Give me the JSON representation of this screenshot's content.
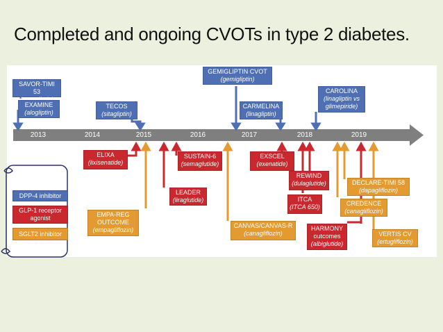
{
  "title": "Completed and ongoing CVOTs in type 2 diabetes.",
  "colors": {
    "dpp4": "#4f6fb4",
    "glp1": "#c9282e",
    "sglt2": "#e39a30",
    "axis": "#7f7f7f"
  },
  "years": [
    "2013",
    "2014",
    "2015",
    "2016",
    "2017",
    "2018",
    "2019"
  ],
  "legend": {
    "dpp4": "DPP-4 inhibitor",
    "glp1": "GLP-1 receptor agonist",
    "sglt2": "SGLT2 inhibitor"
  },
  "trials": {
    "savor": {
      "name": "SAVOR-TIMI 53",
      "drug": "(saxagliptin)"
    },
    "examine": {
      "name": "EXAMINE",
      "drug": "(alogliptin)"
    },
    "tecos": {
      "name": "TECOS",
      "drug": "(sitagliptin)"
    },
    "gemigliptin": {
      "name": "GEMIGLIPTIN CVOT",
      "drug": "(gemigliptin)"
    },
    "carmelina": {
      "name": "CARMELINA",
      "drug": "(linagliptin)"
    },
    "carolina": {
      "name": "CAROLINA",
      "drug": "(linagliptin vs glimepiride)"
    },
    "elixa": {
      "name": "ELIXA",
      "drug": "(lixisenatide)"
    },
    "sustain": {
      "name": "SUSTAIN-6",
      "drug": "(semaglutide)"
    },
    "leader": {
      "name": "LEADER",
      "drug": "(liraglutide)"
    },
    "exscel": {
      "name": "EXSCEL",
      "drug": "(exenatide)"
    },
    "rewind": {
      "name": "REWIND",
      "drug": "(dulaglutide)"
    },
    "itca": {
      "name": "ITCA",
      "drug": "(ITCA 650)"
    },
    "harmony": {
      "name": "HARMONY outcomes",
      "drug": "(albiglutide)"
    },
    "empareg": {
      "name": "EMPA-REG OUTCOME",
      "drug": "(empagliflozin)"
    },
    "canvas": {
      "name": "CANVAS/CANVAS-R",
      "drug": "(canagliflozin)"
    },
    "declare": {
      "name": "DECLARE-TIMI 58",
      "drug": "(dapagliflozin)"
    },
    "credence": {
      "name": "CREDENCE",
      "drug": "(canagliflozin)"
    },
    "vertis": {
      "name": "VERTIS CV",
      "drug": "(ertugliflozin)"
    }
  }
}
